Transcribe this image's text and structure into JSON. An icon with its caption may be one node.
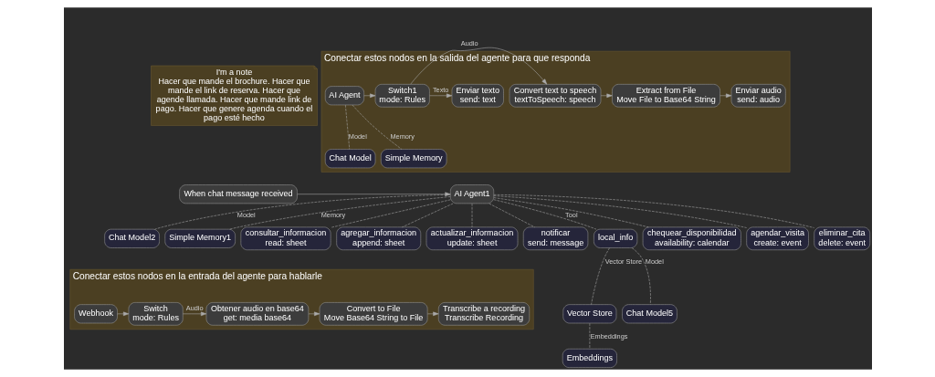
{
  "diagram": {
    "nodes": [
      {
        "text": [
          "I'm a note",
          "Hacer que mande el brochure. Hacer que mande el link de reserva. Hacer que agende llamada. Hacer que mande link de pago. Hacer que genere agenda cuando el pago esté hecho"
        ]
      },
      {
        "text": [
          "Conectar estos nodos en la salida del agente para que responda"
        ]
      },
      {
        "text": [
          "AI Agent"
        ],
        "in": 1
      },
      {
        "text": [
          "Switch1",
          "mode: Rules"
        ],
        "in": 1
      },
      {
        "text": [
          "Convert text to speech",
          "textToSpeech: speech"
        ],
        "in": 1
      },
      {
        "text": [
          "Extract from File",
          "Move File to Base64 String"
        ],
        "in": 1
      },
      {
        "text": [
          "Enviar audio",
          "send: audio"
        ],
        "in": 1
      },
      {
        "text": [
          "Chat Model"
        ],
        "in": 1
      },
      {
        "text": [
          "Simple Memory"
        ],
        "in": 1
      },
      {
        "text": [
          "Enviar texto",
          "send: text"
        ],
        "in": 1
      },
      {
        "text": [
          "When chat message received"
        ]
      },
      {
        "text": [
          "AI Agent1"
        ]
      },
      {
        "text": [
          "Chat Model2"
        ]
      },
      {
        "text": [
          "Simple Memory1"
        ]
      },
      {
        "text": [
          "consultar_informacion",
          "read: sheet"
        ]
      },
      {
        "text": [
          "agregar_informacion",
          "append: sheet"
        ]
      },
      {
        "text": [
          "actualizar_informacion",
          "update: sheet"
        ]
      },
      {
        "text": [
          "notificar",
          "send: message"
        ]
      },
      {
        "text": [
          "local_info"
        ]
      },
      {
        "text": [
          "chequear_disponibilidad",
          "availability: calendar"
        ]
      },
      {
        "text": [
          "agendar_visita",
          "create: event"
        ]
      },
      {
        "text": [
          "eliminar_cita",
          "delete: event"
        ]
      },
      {
        "text": [
          "Vector Store"
        ]
      },
      {
        "text": [
          "Chat Model5"
        ]
      },
      {
        "text": [
          "Embeddings"
        ]
      },
      {
        "text": [
          "Conectar estos nodos en la entrada del agente para hablarle"
        ]
      },
      {
        "text": [
          "Webhook"
        ],
        "in": 25
      },
      {
        "text": [
          "Switch",
          "mode: Rules"
        ],
        "in": 25
      },
      {
        "text": [
          "Obtener audio en base64",
          "get: media base64"
        ],
        "in": 25
      },
      {
        "text": [
          "Convert to File",
          "Move Base64 String to File"
        ],
        "in": 25
      },
      {
        "text": [
          "Transcribe a recording",
          "Transcribe Recording"
        ],
        "in": 25
      }
    ],
    "edges": [
      {
        "from": 2,
        "to": 3,
        "arrow": "to"
      },
      {
        "from": 3,
        "to": 4,
        "arrow": "to",
        "label": "Audio"
      },
      {
        "from": 4,
        "to": 5,
        "arrow": "to"
      },
      {
        "from": 5,
        "to": 6,
        "arrow": "to"
      },
      {
        "from": 3,
        "to": 9,
        "arrow": "to",
        "label": "Texto"
      },
      {
        "from": 7,
        "to": 2,
        "arrow": "none",
        "style": "dashed",
        "label": "Model"
      },
      {
        "from": 8,
        "to": 2,
        "arrow": "none",
        "style": "dashed",
        "label": "Memory"
      },
      {
        "from": 10,
        "to": 11,
        "arrow": "to"
      },
      {
        "from": 12,
        "to": 11,
        "arrow": "none",
        "style": "dashed",
        "label": "Model"
      },
      {
        "from": 13,
        "to": 11,
        "arrow": "none",
        "style": "dashed",
        "label": "Memory"
      },
      {
        "from": 14,
        "to": 11,
        "arrow": "none",
        "style": "dashed"
      },
      {
        "from": 15,
        "to": 11,
        "arrow": "none",
        "style": "dashed"
      },
      {
        "from": 16,
        "to": 11,
        "arrow": "none",
        "style": "dashed"
      },
      {
        "from": 17,
        "to": 11,
        "arrow": "none",
        "style": "dashed"
      },
      {
        "from": 18,
        "to": 11,
        "arrow": "none",
        "style": "dashed",
        "label": "Tool"
      },
      {
        "from": 19,
        "to": 11,
        "arrow": "none",
        "style": "dashed"
      },
      {
        "from": 20,
        "to": 11,
        "arrow": "none",
        "style": "dashed"
      },
      {
        "from": 21,
        "to": 11,
        "arrow": "none",
        "style": "dashed"
      },
      {
        "from": 22,
        "to": 18,
        "arrow": "none",
        "style": "dashed",
        "label": "Vector Store"
      },
      {
        "from": 23,
        "to": 18,
        "arrow": "none",
        "style": "dashed",
        "label": "Model"
      },
      {
        "from": 24,
        "to": 22,
        "arrow": "none",
        "style": "dashed",
        "label": "Embeddings"
      },
      {
        "from": 26,
        "to": 27,
        "arrow": "to"
      },
      {
        "from": 27,
        "to": 28,
        "arrow": "to",
        "label": "Audio"
      },
      {
        "from": 28,
        "to": 29,
        "arrow": "to"
      },
      {
        "from": 29,
        "to": 30,
        "arrow": "to"
      }
    ]
  }
}
